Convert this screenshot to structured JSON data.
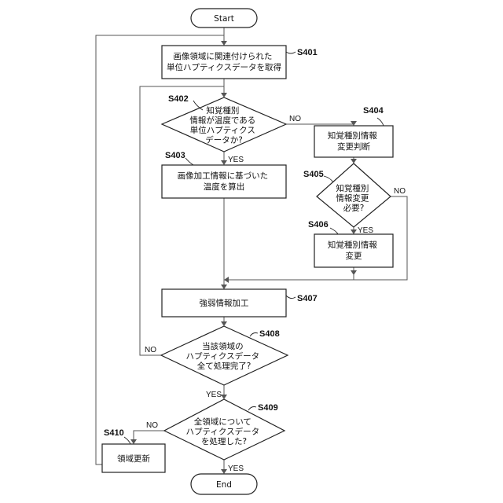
{
  "nodes": {
    "start": {
      "lines": [
        "Start"
      ]
    },
    "s401": {
      "lines": [
        "画像領域に関連付けられた",
        "単位ハプティクスデータを取得"
      ]
    },
    "s402": {
      "lines": [
        "知覚種別",
        "情報が温度である",
        "単位ハプティクス",
        "データか?"
      ]
    },
    "s403": {
      "lines": [
        "画像加工情報に基づいた",
        "温度を算出"
      ]
    },
    "s404": {
      "lines": [
        "知覚種別情報",
        "変更判断"
      ]
    },
    "s405": {
      "lines": [
        "知覚種別",
        "情報変更",
        "必要?"
      ]
    },
    "s406": {
      "lines": [
        "知覚種別情報",
        "変更"
      ]
    },
    "s407": {
      "lines": [
        "強弱情報加工"
      ]
    },
    "s408": {
      "lines": [
        "当該領域の",
        "ハプティクスデータ",
        "全て処理完了?"
      ]
    },
    "s409": {
      "lines": [
        "全領域について",
        "ハプティクスデータ",
        "を処理した?"
      ]
    },
    "s410": {
      "lines": [
        "領域更新"
      ]
    },
    "end": {
      "lines": [
        "End"
      ]
    }
  },
  "step_labels": {
    "s401": "S401",
    "s402": "S402",
    "s403": "S403",
    "s404": "S404",
    "s405": "S405",
    "s406": "S406",
    "s407": "S407",
    "s408": "S408",
    "s409": "S409",
    "s410": "S410"
  },
  "edge_labels": {
    "s402_yes": "YES",
    "s402_no": "NO",
    "s405_yes": "YES",
    "s405_no": "NO",
    "s408_yes": "YES",
    "s408_no": "NO",
    "s409_yes": "YES",
    "s409_no": "NO"
  }
}
